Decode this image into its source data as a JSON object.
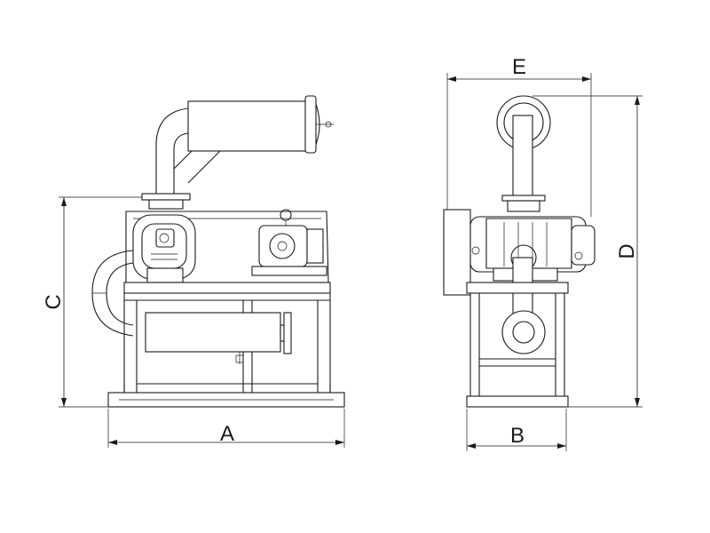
{
  "dimensions": {
    "A": "A",
    "B": "B",
    "C": "C",
    "D": "D",
    "E": "E"
  },
  "colors": {
    "line": "#1a1a1a",
    "background": "#ffffff"
  }
}
